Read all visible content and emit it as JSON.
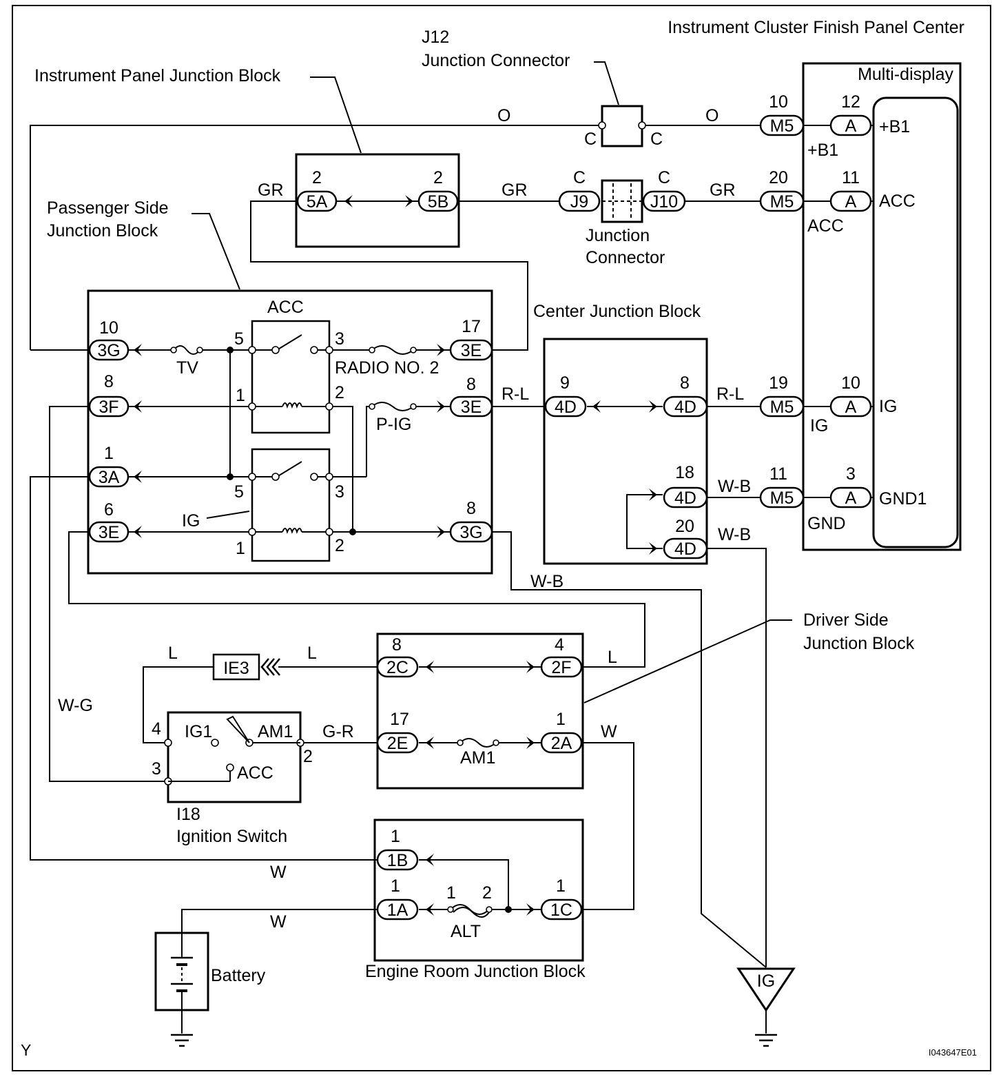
{
  "texts": {
    "title_panel": "Instrument Cluster Finish Panel Center",
    "j12_code": "J12",
    "j12_name": "Junction Connector",
    "ipjb": "Instrument Panel Junction Block",
    "psjb_1": "Passenger Side",
    "psjb_2": "Junction Block",
    "cjb": "Center Junction Block",
    "jc_1": "Junction",
    "jc_2": "Connector",
    "multi_display": "Multi-display",
    "dsjb_1": "Driver Side",
    "dsjb_2": "Junction Block",
    "erjb": "Engine Room Junction Block",
    "ig_switch_code": "I18",
    "ig_switch_name": "Ignition Switch",
    "battery": "Battery",
    "ground_ig": "IG",
    "corner_y": "Y",
    "figure_id": "I043647E01",
    "acc_relay": "ACC",
    "ig_relay": "IG",
    "fuse_tv": "TV",
    "fuse_radio": "RADIO NO. 2",
    "fuse_pig": "P-IG",
    "fuse_am1": "AM1",
    "fuse_alt": "ALT",
    "sw_ig1": "IG1",
    "sw_am1": "AM1",
    "sw_acc": "ACC",
    "connector_ie3": "IE3",
    "md_plus_b1": "+B1",
    "md_acc": "ACC",
    "md_ig": "IG",
    "md_gnd1": "GND1",
    "md_plus_b1_out": "+B1",
    "md_acc_out": "ACC",
    "md_ig_out": "IG",
    "md_gnd_out": "GND"
  },
  "wire_colors": {
    "o_left": "O",
    "o_right": "O",
    "gr_1": "GR",
    "gr_2": "GR",
    "gr_3": "GR",
    "rl_1": "R-L",
    "rl_2": "R-L",
    "wb_1": "W-B",
    "wb_2": "W-B",
    "wb_3": "W-B",
    "l_1": "L",
    "l_2": "L",
    "l_3": "L",
    "wg": "W-G",
    "gr_sw": "G-R",
    "w_1": "W",
    "w_2": "W",
    "w_3": "W"
  },
  "connectors": {
    "p3g_top": {
      "label": "3G",
      "pin": "10"
    },
    "p3f": {
      "label": "3F",
      "pin": "8"
    },
    "p3a": {
      "label": "3A",
      "pin": "1"
    },
    "p3e_left": {
      "label": "3E",
      "pin": "6"
    },
    "p3e_17": {
      "label": "3E",
      "pin": "17"
    },
    "p3e_8": {
      "label": "3E",
      "pin": "8"
    },
    "p3g_8": {
      "label": "3G",
      "pin": "8"
    },
    "p5a": {
      "label": "5A",
      "pin": "2"
    },
    "p5b": {
      "label": "5B",
      "pin": "2"
    },
    "j9": {
      "label": "J9",
      "pin": "C"
    },
    "j10": {
      "label": "J10",
      "pin": "C"
    },
    "m5_10": {
      "label": "M5",
      "pin": "10"
    },
    "m5_20": {
      "label": "M5",
      "pin": "20"
    },
    "m5_19": {
      "label": "M5",
      "pin": "19"
    },
    "m5_11": {
      "label": "M5",
      "pin": "11"
    },
    "a_12": {
      "label": "A",
      "pin": "12"
    },
    "a_11": {
      "label": "A",
      "pin": "11"
    },
    "a_10": {
      "label": "A",
      "pin": "10"
    },
    "a_3": {
      "label": "A",
      "pin": "3"
    },
    "d4_9": {
      "label": "4D",
      "pin": "9"
    },
    "d4_8": {
      "label": "4D",
      "pin": "8"
    },
    "d4_18": {
      "label": "4D",
      "pin": "18"
    },
    "d4_20": {
      "label": "4D",
      "pin": "20"
    },
    "c2": {
      "label": "2C",
      "pin": "8"
    },
    "f2": {
      "label": "2F",
      "pin": "4"
    },
    "e2": {
      "label": "2E",
      "pin": "17"
    },
    "a2": {
      "label": "2A",
      "pin": "1"
    },
    "b1": {
      "label": "1B",
      "pin": "1"
    },
    "a1": {
      "label": "1A",
      "pin": "1"
    },
    "c1": {
      "label": "1C",
      "pin": "1"
    }
  },
  "pins": {
    "j12_left": "C",
    "j12_right": "C",
    "acc_r5": "5",
    "acc_r3": "3",
    "acc_r1": "1",
    "acc_r2": "2",
    "ig_r5": "5",
    "ig_r3": "3",
    "ig_r1": "1",
    "ig_r2": "2",
    "sw_4": "4",
    "sw_3": "3",
    "sw_2": "2",
    "alt_1": "1",
    "alt_2": "2"
  }
}
